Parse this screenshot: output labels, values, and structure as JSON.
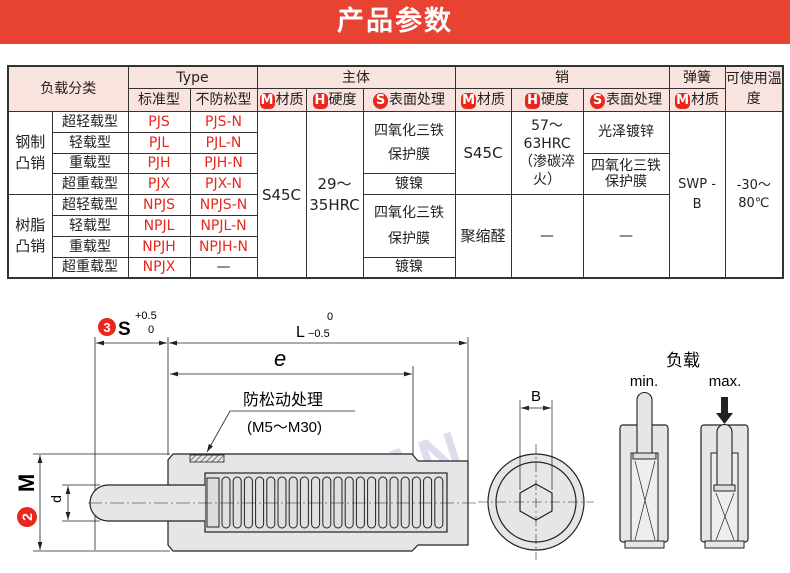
{
  "banner": {
    "title": "产品参数"
  },
  "table": {
    "headers": {
      "load_class": "负载分类",
      "type": "Type",
      "standard": "标准型",
      "non_locking": "不防松型",
      "body": "主体",
      "pin": "销",
      "spring": "弹簧",
      "temp": "可使用温度",
      "material": "材质",
      "hardness": "硬度",
      "surface": "表面处理",
      "badge_m": "M",
      "badge_h": "H",
      "badge_s": "S"
    },
    "groups": [
      {
        "name": "钢制凸销",
        "rows": [
          {
            "load": "超轻载型",
            "std": "PJS",
            "non": "PJS-N"
          },
          {
            "load": "轻载型",
            "std": "PJL",
            "non": "PJL-N"
          },
          {
            "load": "重载型",
            "std": "PJH",
            "non": "PJH-N"
          },
          {
            "load": "超重载型",
            "std": "PJX",
            "non": "PJX-N"
          }
        ]
      },
      {
        "name": "树脂凸销",
        "rows": [
          {
            "load": "超轻载型",
            "std": "NPJS",
            "non": "NPJS-N"
          },
          {
            "load": "轻载型",
            "std": "NPJL",
            "non": "NPJL-N"
          },
          {
            "load": "重载型",
            "std": "NPJH",
            "non": "NPJH-N"
          },
          {
            "load": "超重载型",
            "std": "NPJX",
            "non": "—"
          }
        ]
      }
    ],
    "body_material": "S45C",
    "body_hardness": "29～35HRC",
    "body_surface_a": "四氧化三铁保护膜",
    "body_surface_b": "镀镍",
    "pin_material_steel": "S45C",
    "pin_hardness_steel": "57～63HRC（渗碳淬火）",
    "pin_surface_a": "光泽镀锌",
    "pin_surface_b": "四氧化三铁保护膜",
    "pin_material_resin": "聚缩醛",
    "pin_hardness_resin": "—",
    "pin_surface_resin": "—",
    "spring_material": "SWP - B",
    "temp_range": "-30～80℃"
  },
  "diagram": {
    "s_label": "S",
    "s_badge": "3",
    "s_tol_upper": "+0.5",
    "s_tol_lower": "0",
    "l_label": "L",
    "l_tol_upper": "0",
    "l_tol_lower": "−0.5",
    "e_label": "e",
    "lock_note": "防松动处理",
    "lock_range": "(M5～M30)",
    "m_label": "M",
    "m_badge": "2",
    "d_label": "d",
    "b_label": "B",
    "load_label": "负载",
    "min_label": "min.",
    "max_label": "max.",
    "watermark": "QIZHAN"
  },
  "colors": {
    "accent": "#e84233",
    "header_bg": "#f9e3de",
    "red_text": "#e8271d"
  }
}
